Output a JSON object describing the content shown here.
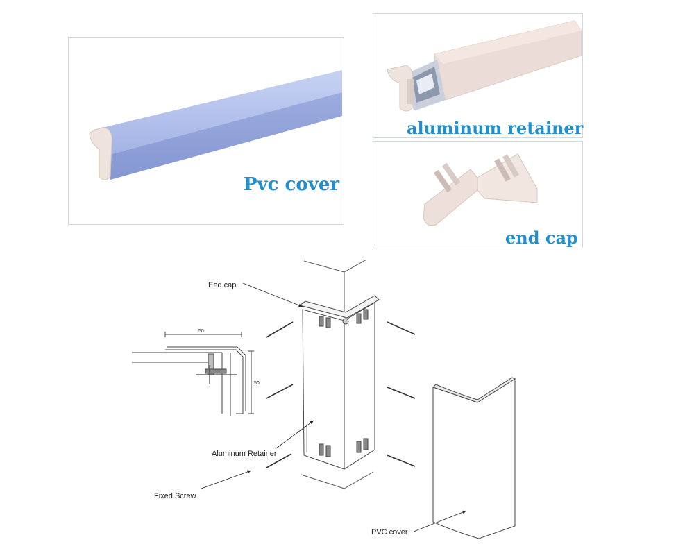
{
  "photos": {
    "pvc_cover": {
      "caption": "Pvc cover",
      "color": "#a9b8e8"
    },
    "aluminum_retainer": {
      "caption": "aluminum retainer",
      "color": "#ead9d4"
    },
    "end_cap": {
      "caption": "end cap",
      "color": "#ead9d4"
    }
  },
  "caption_color": "#1f8fd0",
  "diagram": {
    "labels": {
      "end_cap": "Eed cap",
      "aluminum_retainer": "Aluminum Retainer",
      "fixed_screw": "Fixed Screw",
      "pvc_cover": "PVC cover"
    },
    "dimensions": {
      "width": "50",
      "height": "50"
    }
  }
}
